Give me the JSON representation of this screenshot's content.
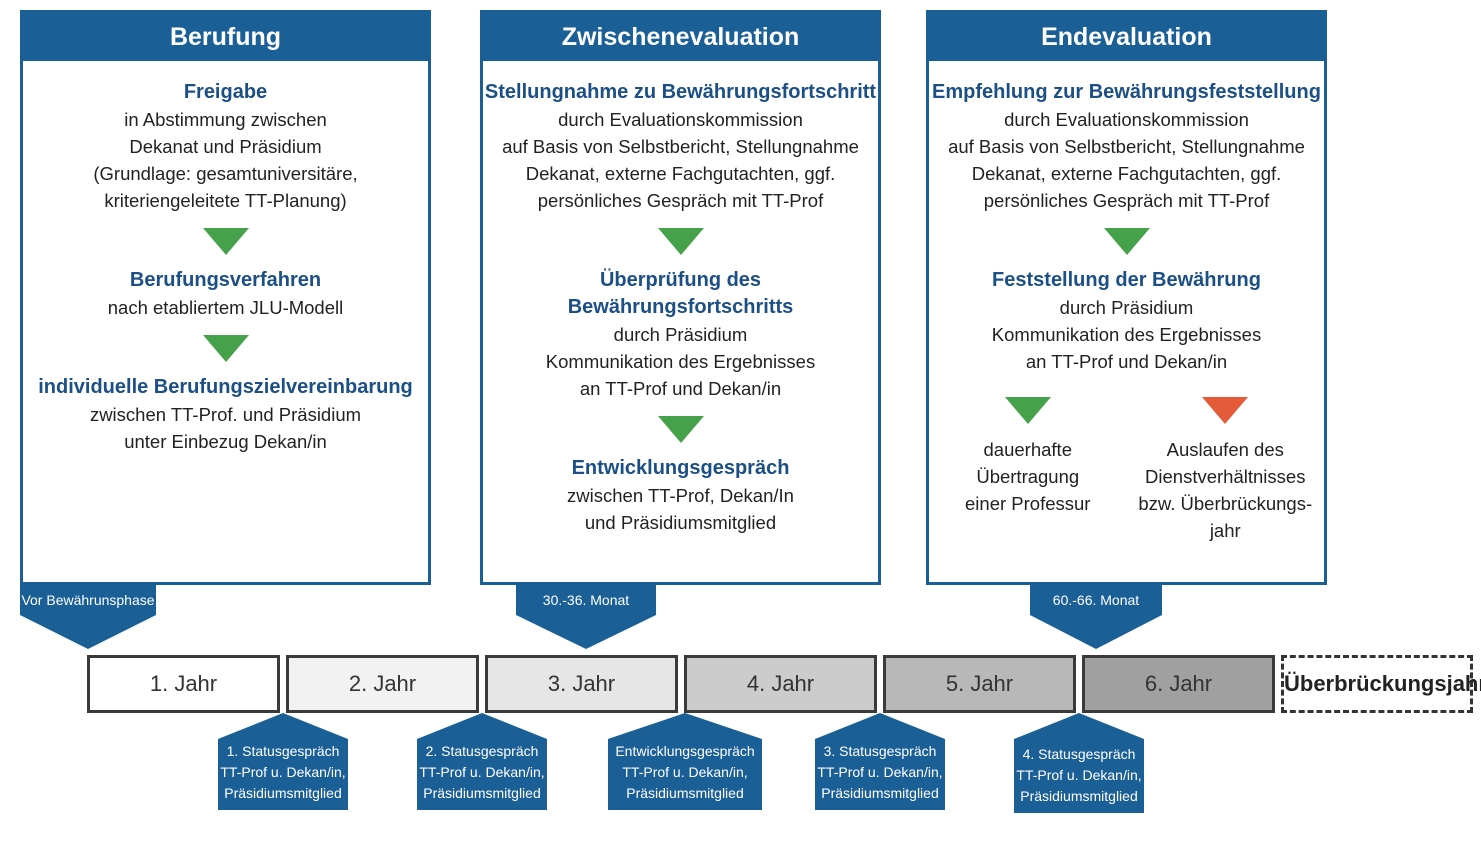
{
  "panels": {
    "berufung": {
      "title": "Berufung",
      "freigabe_title": "Freigabe",
      "freigabe_lines": [
        "in Abstimmung zwischen",
        "Dekanat und Präsidium",
        "(Grundlage: gesamtuniversitäre,",
        "kriteriengeleitete TT-Planung)"
      ],
      "verfahren_title": "Berufungsverfahren",
      "verfahren_lines": [
        "nach etabliertem JLU-Modell"
      ],
      "ziel_title": "individuelle Berufungszielvereinbarung",
      "ziel_lines": [
        "zwischen TT-Prof. und Präsidium",
        "unter Einbezug Dekan/in"
      ]
    },
    "zwischen": {
      "title": "Zwischenevaluation",
      "stellung_title": "Stellungnahme zu Bewährungsfortschritt",
      "stellung_lines": [
        "durch Evaluationskommission",
        "auf Basis von Selbstbericht, Stellungnahme",
        "Dekanat, externe Fachgutachten, ggf.",
        "persönliches Gespräch mit TT-Prof"
      ],
      "pruefung_title_1": "Überprüfung des",
      "pruefung_title_2": "Bewährungsfortschritts",
      "pruefung_lines": [
        "durch Präsidium",
        "Kommunikation des Ergebnisses",
        "an TT-Prof und Dekan/in"
      ],
      "entwicklung_title": "Entwicklungsgespräch",
      "entwicklung_lines": [
        "zwischen TT-Prof, Dekan/In",
        "und Präsidiumsmitglied"
      ]
    },
    "end": {
      "title": "Endevaluation",
      "empfehlung_title": "Empfehlung zur Bewährungsfeststellung",
      "empfehlung_lines": [
        "durch Evaluationskommission",
        "auf Basis von Selbstbericht, Stellungnahme",
        "Dekanat, externe Fachgutachten, ggf.",
        "persönliches Gespräch mit TT-Prof"
      ],
      "feststellung_title": "Feststellung der Bewährung",
      "feststellung_lines": [
        "durch Präsidium",
        "Kommunikation des Ergebnisses",
        "an TT-Prof und Dekan/in"
      ],
      "positive_lines": [
        "dauerhafte",
        "Übertragung",
        "einer Professur"
      ],
      "negative_lines": [
        "Auslaufen des",
        "Dienstverhältnisses",
        "bzw. Überbrückungs-",
        "jahr"
      ]
    }
  },
  "markers": [
    "Vor Bewährunsphase",
    "30.-36. Monat",
    "60.-66. Monat"
  ],
  "years": [
    "1. Jahr",
    "2. Jahr",
    "3. Jahr",
    "4. Jahr",
    "5. Jahr",
    "6. Jahr",
    "Überbrückungsjahr"
  ],
  "talks": [
    [
      "1. Statusgespräch",
      "TT-Prof u. Dekan/in,",
      "Präsidiumsmitglied"
    ],
    [
      "2. Statusgespräch",
      "TT-Prof u. Dekan/in,",
      "Präsidiumsmitglied"
    ],
    [
      "Entwicklungsgespräch",
      "TT-Prof u. Dekan/in,",
      "Präsidiumsmitglied"
    ],
    [
      "3. Statusgespräch",
      "TT-Prof u. Dekan/in,",
      "Präsidiumsmitglied"
    ],
    [
      "4. Statusgespräch",
      "TT-Prof u. Dekan/in,",
      "Präsidiumsmitglied"
    ]
  ],
  "colors": {
    "header_blue": "#1b5f97",
    "title_blue": "#1b4f86",
    "arrow_green": "#46a24a",
    "arrow_orange": "#e35b39",
    "year_fills": [
      "#ffffff",
      "#f2f2f2",
      "#e6e6e6",
      "#cccccc",
      "#b8b8b8",
      "#a0a0a0",
      "#ffffff"
    ]
  }
}
